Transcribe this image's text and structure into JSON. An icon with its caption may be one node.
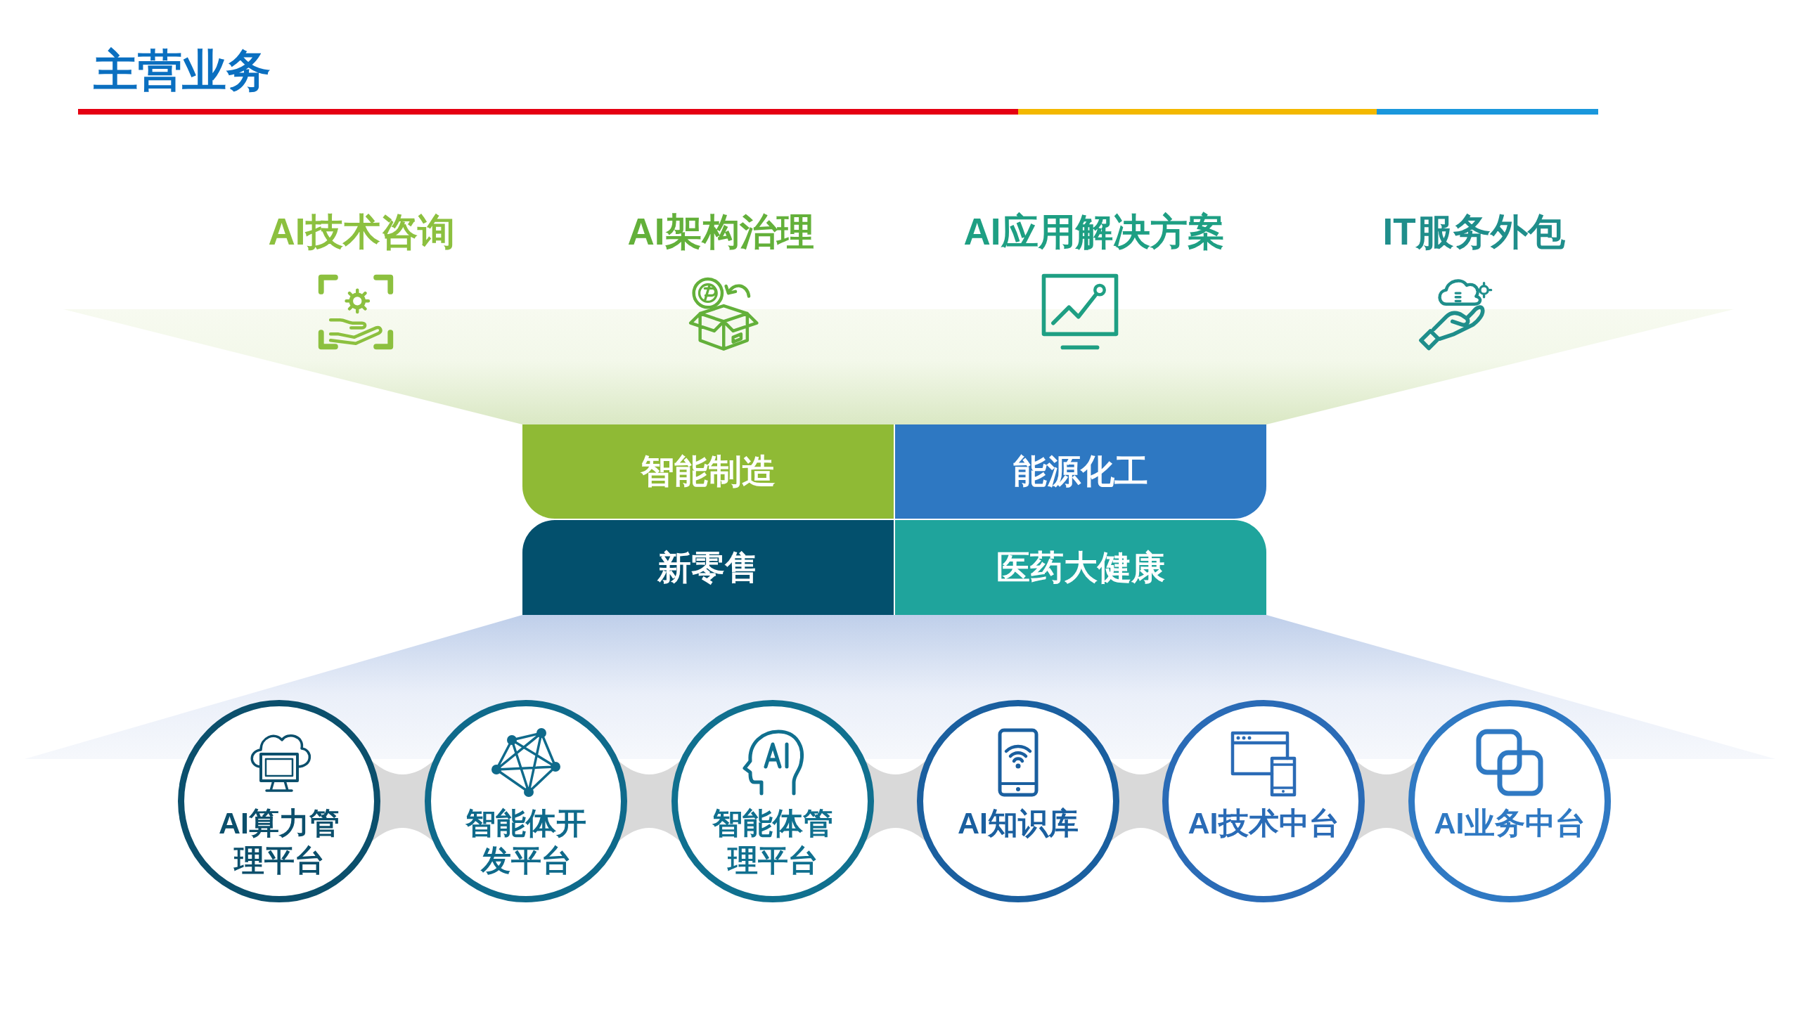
{
  "diagram": {
    "title": "主营业务",
    "nodes": [
      {
        "text": [],
        "shape": "band"
      },
      {
        "text": [
          "智能制造"
        ]
      },
      {
        "text": [
          "能源化工"
        ]
      },
      {
        "text": [
          "新零售"
        ]
      },
      {
        "text": [
          "医药大健康"
        ]
      },
      {
        "text": [],
        "shape": "band"
      },
      {
        "text": [
          "AI算力管理平台"
        ]
      },
      {
        "text": [
          "智能体开发平台"
        ]
      },
      {
        "text": [
          "智能体管理平台"
        ]
      },
      {
        "text": [
          "AI知识库"
        ]
      },
      {
        "text": [
          "AI技术中台"
        ]
      },
      {
        "text": [
          "AI业务中台"
        ]
      }
    ],
    "edges": [
      {
        "from": 6,
        "to": 7,
        "arrow": "none"
      },
      {
        "from": 7,
        "to": 8,
        "arrow": "none"
      },
      {
        "from": 8,
        "to": 9,
        "arrow": "none"
      },
      {
        "from": 9,
        "to": 10,
        "arrow": "none"
      },
      {
        "from": 10,
        "to": 11,
        "arrow": "none"
      }
    ],
    "labels": [
      "AI技术咨询",
      "AI架构治理",
      "AI应用解决方案",
      "IT服务外包"
    ]
  }
}
